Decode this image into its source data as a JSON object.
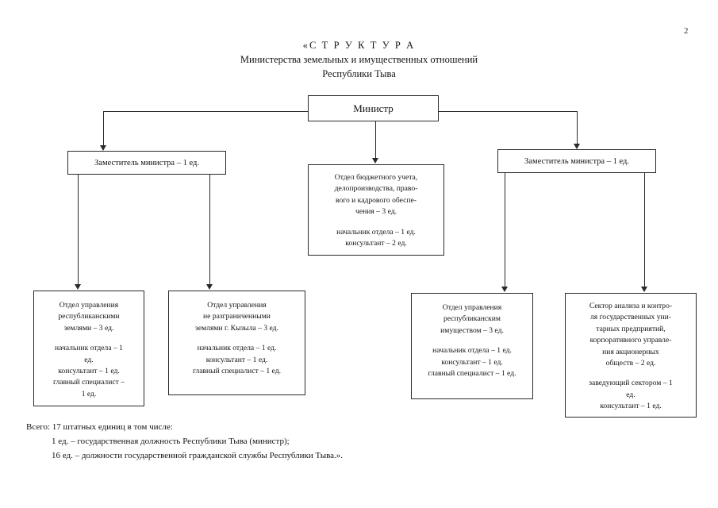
{
  "document": {
    "page_number": "2",
    "title_lines": [
      "«С Т Р У К Т У Р А",
      "Министерства земельных и имущественных отношений",
      "Республики Тыва"
    ]
  },
  "chart_data": {
    "type": "diagram",
    "title": "«С Т Р У К Т У Р А Министерства земельных и имущественных отношений Республики Тыва",
    "nodes": [
      {
        "id": "minister",
        "label": "Министр",
        "units": null
      },
      {
        "id": "deputy-left",
        "label": "Заместитель министра – 1 ед.",
        "units": 1
      },
      {
        "id": "deputy-right",
        "label": "Заместитель министра – 1 ед.",
        "units": 1
      },
      {
        "id": "budget-dept",
        "label": "Отдел бюджетного учета, делопроизводства, правового и кадрового обеспечения – 3 ед.",
        "units": 3
      },
      {
        "id": "republic-lands",
        "label": "Отдел управления республиканскими землями – 3 ед.",
        "units": 3
      },
      {
        "id": "undelimited-lands",
        "label": "Отдел управления не разграниченными землями г. Кызыла – 3 ед.",
        "units": 3
      },
      {
        "id": "republic-property",
        "label": "Отдел управления республиканским имуществом – 3 ед.",
        "units": 3
      },
      {
        "id": "analysis-sector",
        "label": "Сектор анализа и контроля государственных унитарных предприятий, корпоративного управления акционерных обществ – 2 ед.",
        "units": 2
      }
    ],
    "edges": [
      {
        "from": "minister",
        "to": "deputy-left"
      },
      {
        "from": "minister",
        "to": "deputy-right"
      },
      {
        "from": "minister",
        "to": "budget-dept"
      },
      {
        "from": "deputy-left",
        "to": "republic-lands"
      },
      {
        "from": "deputy-left",
        "to": "undelimited-lands"
      },
      {
        "from": "deputy-right",
        "to": "republic-property"
      },
      {
        "from": "deputy-right",
        "to": "analysis-sector"
      }
    ],
    "total_units": 17
  },
  "minister": {
    "label": "Министр"
  },
  "deputy_left": {
    "label": "Заместитель министра – 1 ед."
  },
  "deputy_right": {
    "label": "Заместитель министра – 1 ед."
  },
  "budget_dept": {
    "title_lines": [
      "Отдел бюджетного учета,",
      "делопроизводства, право-",
      "вого и кадрового обеспе-",
      "чения – 3 ед."
    ],
    "staff_lines": [
      "начальник отдела – 1 ед.",
      "консультант – 2 ед."
    ]
  },
  "leaf_republic_lands": {
    "title_lines": [
      "Отдел управления",
      "республиканскими",
      "землями – 3 ед."
    ],
    "staff_lines": [
      "начальник отдела – 1",
      "ед.",
      "консультант – 1 ед.",
      "главный специалист –",
      "1 ед."
    ]
  },
  "leaf_undelimited_lands": {
    "title_lines": [
      "Отдел управления",
      "не разграниченными",
      "землями г. Кызыла – 3 ед."
    ],
    "staff_lines": [
      "начальник отдела – 1 ед.",
      "консультант – 1 ед.",
      "главный специалист – 1 ед."
    ]
  },
  "leaf_republic_property": {
    "title_lines": [
      "Отдел управления",
      "республиканским",
      "имуществом – 3 ед."
    ],
    "staff_lines": [
      "начальник отдела – 1 ед.",
      "консультант – 1 ед.",
      "главный специалист – 1 ед."
    ]
  },
  "leaf_analysis_sector": {
    "title_lines": [
      "Сектор анализа и контро-",
      "ля  государственных уни-",
      "тарных  предприятий,",
      "корпоративного управле-",
      "ния акционерных",
      "обществ – 2 ед."
    ],
    "staff_lines": [
      "заведующий сектором – 1",
      "ед.",
      "консультант – 1 ед."
    ]
  },
  "footer": {
    "lines": [
      "Всего: 17 штатных единиц в том числе:",
      "1 ед. – государственная должность Республики Тыва (министр);",
      "16 ед. – должности государственной гражданской службы Республики Тыва.»."
    ]
  }
}
